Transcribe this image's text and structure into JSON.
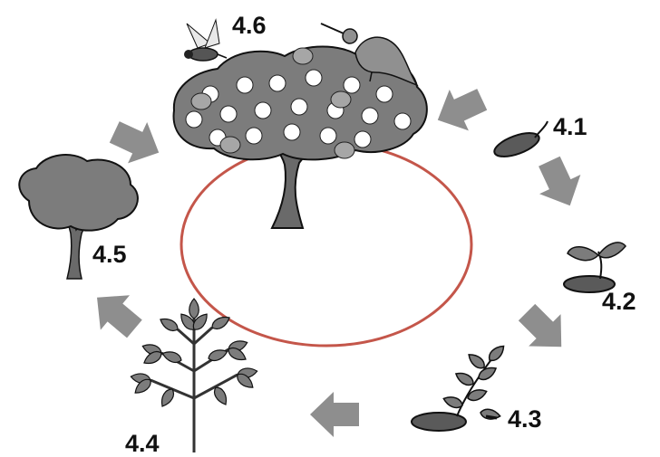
{
  "labels": {
    "seed": "4.1",
    "seedling": "4.2",
    "sapling": "4.3",
    "young_plant": "4.4",
    "young_tree": "4.5",
    "mature_tree": "4.6"
  },
  "colors": {
    "ink": "#111111",
    "cycle_ring": "#c4564a",
    "arrow": "#8e8e8e",
    "foliage": "#7c7c7c",
    "trunk": "#6a6a6a",
    "flower": "#ffffff",
    "fruit": "#a6a6a6"
  }
}
